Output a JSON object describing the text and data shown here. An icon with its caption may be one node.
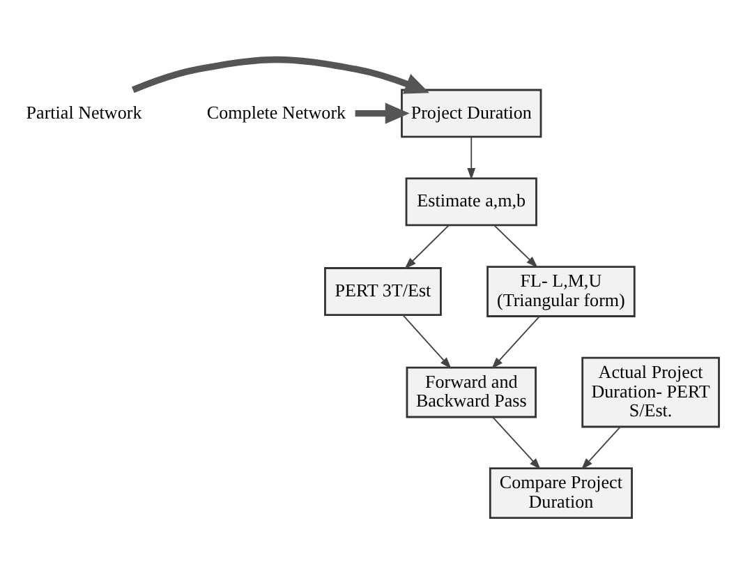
{
  "diagram": {
    "nodes": [
      {
        "text": [
          "Partial Network"
        ]
      },
      {
        "text": [
          "Project Duration"
        ]
      },
      {
        "text": [
          "Complete Network"
        ]
      },
      {
        "text": [
          "Estimate a,m,b"
        ]
      },
      {
        "text": [
          "PERT 3T/Est"
        ]
      },
      {
        "text": [
          "FL- L,M,U (Triangular form)"
        ]
      },
      {
        "text": [
          "Forward and Backward Pass"
        ]
      },
      {
        "text": [
          "Actual Project Duration- PERT S/Est."
        ]
      },
      {
        "text": [
          "Compare Project Duration"
        ]
      }
    ],
    "edges": [
      {
        "from": 0,
        "to": 1,
        "arrow": "to",
        "style": "thick",
        "color": "#555555"
      },
      {
        "from": 2,
        "to": 1,
        "arrow": "to",
        "style": "thick",
        "color": "#555555"
      },
      {
        "from": 1,
        "to": 3,
        "arrow": "to"
      },
      {
        "from": 3,
        "to": 4,
        "arrow": "to"
      },
      {
        "from": 3,
        "to": 5,
        "arrow": "to"
      },
      {
        "from": 4,
        "to": 6,
        "arrow": "to"
      },
      {
        "from": 5,
        "to": 6,
        "arrow": "to"
      },
      {
        "from": 6,
        "to": 8,
        "arrow": "to"
      },
      {
        "from": 7,
        "to": 8,
        "arrow": "to"
      }
    ]
  }
}
